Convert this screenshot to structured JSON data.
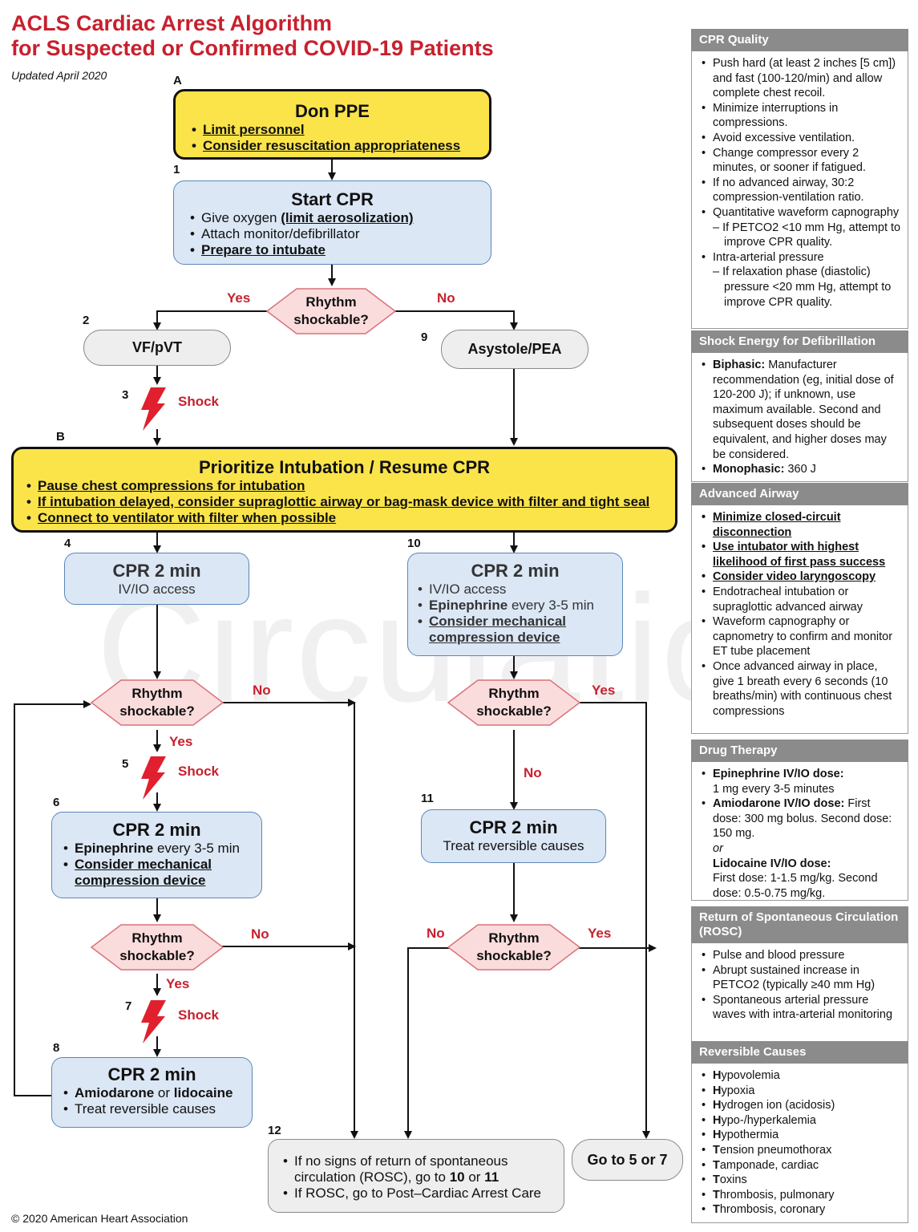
{
  "title": {
    "line1": "ACLS Cardiac Arrest Algorithm",
    "line2": "for Suspected or Confirmed COVID-19 Patients",
    "updated": "Updated April 2020"
  },
  "watermark": "Circulation",
  "copyright": "© 2020 American Heart Association",
  "colors": {
    "red": "#c8202e",
    "yellow": "#fbe44a",
    "blue_box": "#dbe7f5",
    "diamond": "#fbdcdc",
    "gray": "#8b8b8b"
  },
  "step_labels": {
    "a": "A",
    "s1": "1",
    "s2": "2",
    "s3": "3",
    "b": "B",
    "s4": "4",
    "s5": "5",
    "s6": "6",
    "s7": "7",
    "s8": "8",
    "s9": "9",
    "s10": "10",
    "s11": "11",
    "s12": "12"
  },
  "don_ppe": {
    "title": "Don PPE",
    "items": [
      "Limit personnel",
      "Consider resuscitation appropriateness"
    ]
  },
  "start_cpr": {
    "title": "Start CPR",
    "item1_plain": "Give oxygen ",
    "item1_bold": "(limit aerosolization)",
    "item2": "Attach monitor/defibrillator",
    "item3": "Prepare to intubate"
  },
  "rhythm_shockable": {
    "line1": "Rhythm",
    "line2": "shockable?"
  },
  "yes": "Yes",
  "no": "No",
  "vf": "VF/pVT",
  "asystole": "Asystole/PEA",
  "shock": "Shock",
  "prioritize": {
    "title": "Prioritize Intubation / Resume CPR",
    "items": [
      "Pause chest compressions for intubation",
      "If intubation delayed, consider supraglottic airway or bag-mask device with filter and tight seal",
      "Connect to ventilator with filter when possible"
    ]
  },
  "cpr4": {
    "title": "CPR 2 min",
    "sub": "IV/IO access"
  },
  "cpr10": {
    "title": "CPR 2 min",
    "item1": "IV/IO access",
    "item2_bold": "Epinephrine",
    "item2_rest": " every 3-5 min",
    "item3_l1": "Consider mechanical",
    "item3_l2": "compression device"
  },
  "cpr6": {
    "title": "CPR 2 min",
    "item1_bold": "Epinephrine",
    "item1_rest": " every 3-5 min",
    "item2_l1": "Consider mechanical",
    "item2_l2": "compression device"
  },
  "cpr11": {
    "title": "CPR 2 min",
    "sub": "Treat reversible causes"
  },
  "cpr8": {
    "title": "CPR 2 min",
    "item1_b1": "Amiodarone",
    "item1_mid": " or ",
    "item1_b2": "lidocaine",
    "item2": "Treat reversible causes"
  },
  "step12": {
    "item1_l1": "If no signs of return of spontaneous",
    "item1_l2a": "circulation (ROSC), go to ",
    "item1_n1": "10",
    "item1_or": " or ",
    "item1_n2": "11",
    "item2": "If ROSC, go to Post–Cardiac Arrest Care"
  },
  "goto": "Go to 5 or 7",
  "sidebar": {
    "cpr_quality": {
      "heading": "CPR Quality",
      "items": [
        "Push hard (at least 2 inches [5 cm]) and fast (100-120/min) and allow complete chest recoil.",
        "Minimize interruptions in compressions.",
        "Avoid excessive ventilation.",
        "Change compressor every 2 minutes, or sooner if fatigued.",
        "If no advanced airway, 30:2 compression-ventilation ratio.",
        "Quantitative waveform capnography"
      ],
      "sub1": "– If PETCO2 <10 mm Hg, attempt to improve CPR quality.",
      "item7": "Intra-arterial pressure",
      "sub2": "– If relaxation phase (diastolic) pressure <20 mm Hg, attempt to improve CPR quality."
    },
    "shock_energy": {
      "heading": "Shock Energy for Defibrillation",
      "biphasic_label": "Biphasic:",
      "biphasic_text": " Manufacturer recommendation (eg, initial dose of 120-200 J); if unknown, use maximum available. Second and subsequent doses should be equivalent, and higher doses may be considered.",
      "monophasic_label": "Monophasic:",
      "monophasic_text": " 360 J"
    },
    "advanced_airway": {
      "heading": "Advanced Airway",
      "bold_items": [
        "Minimize closed-circuit disconnection",
        "Use intubator with highest likelihood of first pass success",
        "Consider video laryngoscopy"
      ],
      "items": [
        "Endotracheal intubation or supraglottic advanced airway",
        "Waveform capnography or capnometry to confirm and monitor ET tube placement",
        "Once advanced airway in place, give 1 breath every 6 seconds (10 breaths/min) with continuous chest compressions"
      ]
    },
    "drug_therapy": {
      "heading": "Drug Therapy",
      "epi_label": "Epinephrine IV/IO dose:",
      "epi_text": "1 mg every 3-5 minutes",
      "amio_label": "Amiodarone IV/IO dose:",
      "amio_text": " First dose: 300 mg bolus. Second dose: 150 mg.",
      "or": "or",
      "lido_label": "Lidocaine IV/IO dose:",
      "lido_text": "First dose: 1-1.5 mg/kg. Second dose: 0.5-0.75 mg/kg."
    },
    "rosc": {
      "heading": "Return of Spontaneous Circulation (ROSC)",
      "items": [
        "Pulse and blood pressure",
        "Abrupt sustained increase in PETCO2 (typically ≥40 mm Hg)",
        "Spontaneous arterial pressure waves with intra-arterial monitoring"
      ]
    },
    "reversible": {
      "heading": "Reversible Causes",
      "items": [
        {
          "b": "H",
          "r": "ypovolemia"
        },
        {
          "b": "H",
          "r": "ypoxia"
        },
        {
          "b": "H",
          "r": "ydrogen ion (acidosis)"
        },
        {
          "b": "H",
          "r": "ypo-/hyperkalemia"
        },
        {
          "b": "H",
          "r": "ypothermia"
        },
        {
          "b": "T",
          "r": "ension pneumothorax"
        },
        {
          "b": "T",
          "r": "amponade, cardiac"
        },
        {
          "b": "T",
          "r": "oxins"
        },
        {
          "b": "T",
          "r": "hrombosis, pulmonary"
        },
        {
          "b": "T",
          "r": "hrombosis, coronary"
        }
      ]
    }
  }
}
